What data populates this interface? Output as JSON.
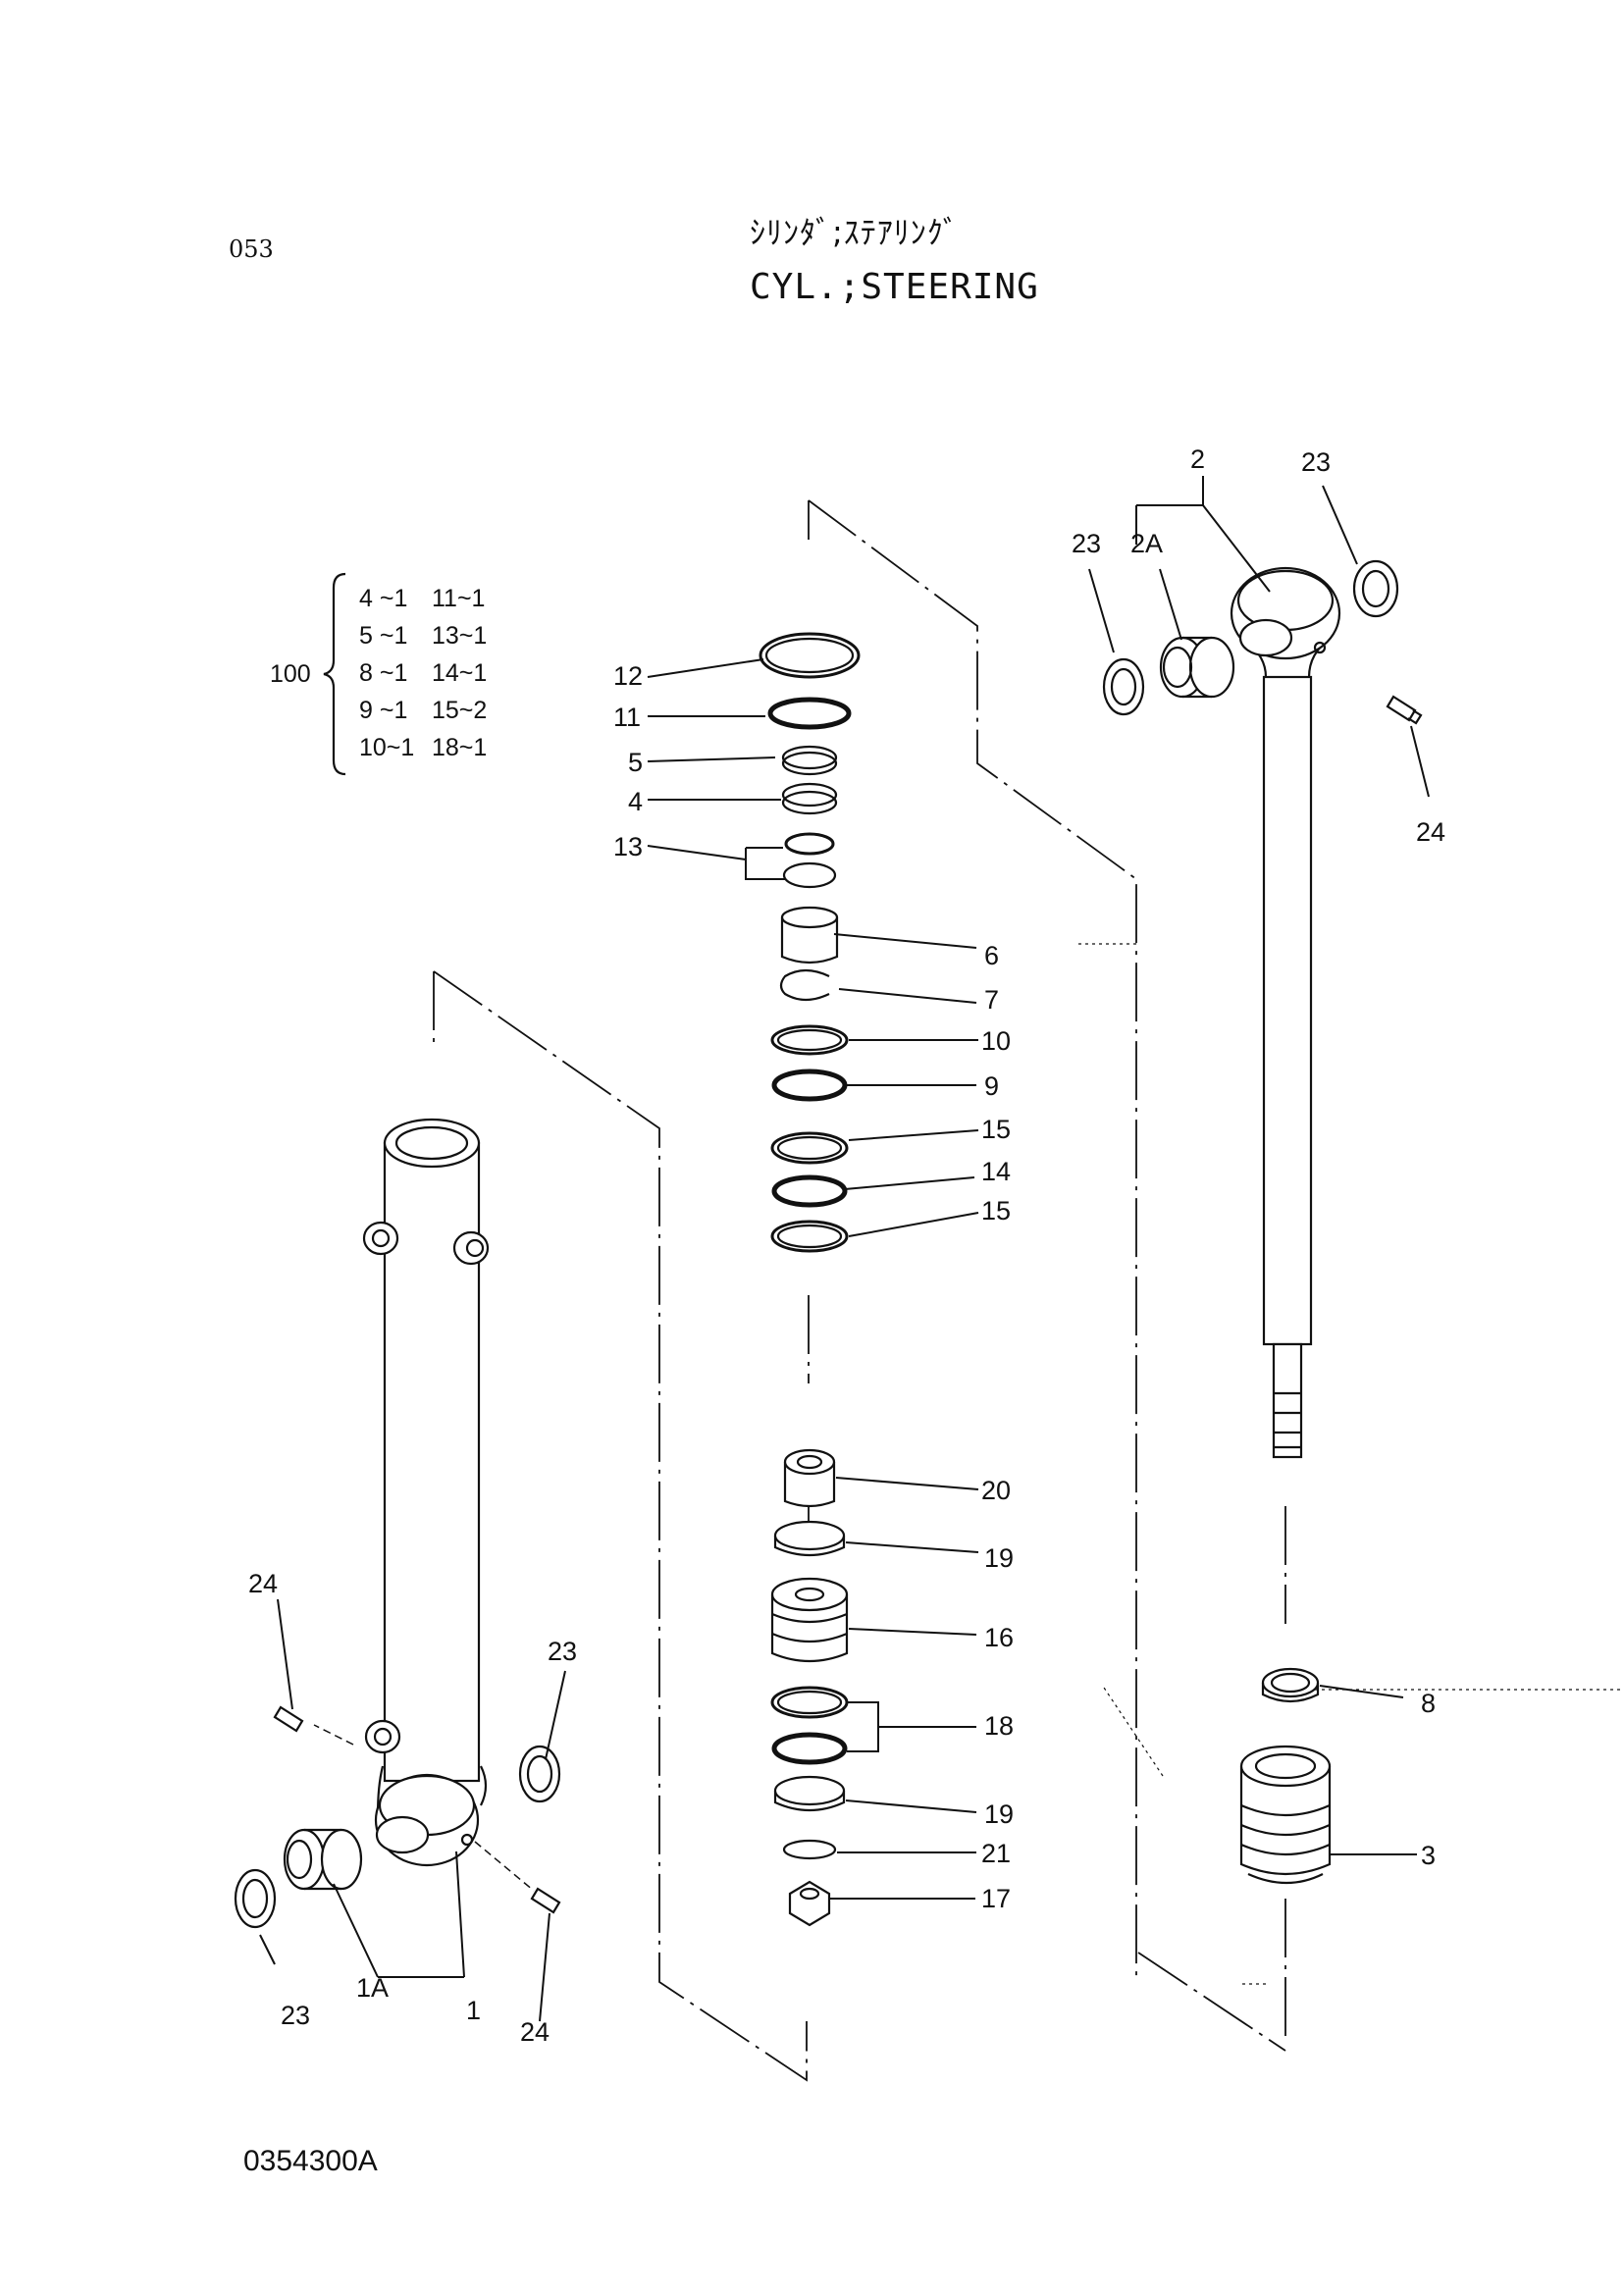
{
  "page_code": "053",
  "title_jp": "ｼﾘﾝﾀﾞ;ｽﾃｱﾘﾝｸﾞ",
  "title_en": "CYL.;STEERING",
  "drawing_number": "0354300A",
  "kit": {
    "label": "100",
    "rows": [
      [
        "4 ~1",
        "11~1"
      ],
      [
        "5 ~1",
        "13~1"
      ],
      [
        "8 ~1",
        "14~1"
      ],
      [
        "9 ~1",
        "15~2"
      ],
      [
        "10~1",
        "18~1"
      ]
    ]
  },
  "callouts": {
    "c2": "2",
    "c23a": "23",
    "c23b": "23",
    "c2A": "2A",
    "c24a": "24",
    "c12": "12",
    "c11": "11",
    "c5": "5",
    "c4": "4",
    "c13": "13",
    "c6": "6",
    "c7": "7",
    "c10": "10",
    "c9": "9",
    "c15a": "15",
    "c14": "14",
    "c15b": "15",
    "c20": "20",
    "c19a": "19",
    "c16": "16",
    "c18": "18",
    "c19b": "19",
    "c21": "21",
    "c17": "17",
    "c8": "8",
    "c3": "3",
    "c24b": "24",
    "c23c": "23",
    "c23d": "23",
    "c1A": "1A",
    "c1": "1",
    "c24c": "24"
  }
}
